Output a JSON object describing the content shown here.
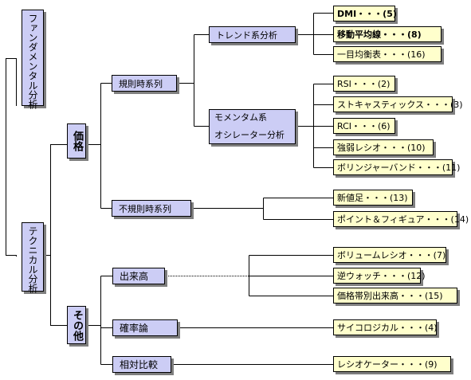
{
  "roots": {
    "fundamental": "ファンダメンタル分析",
    "technical": "テクニカル分析"
  },
  "level1": {
    "price": "価格",
    "other": "その他"
  },
  "level2": {
    "regular_time_series": "規則時系列",
    "irregular_time_series": "不規則時系列",
    "volume": "出来高",
    "probability": "確率論",
    "relative_comparison": "相対比較"
  },
  "level3": {
    "trend": "トレンド系分析",
    "momentum_line1": "モメンタム系",
    "momentum_line2": "オシレーター分析"
  },
  "leaves": {
    "dmi": "DMI・・・(5)",
    "moving_average": "移動平均線・・・(8)",
    "ichimoku": "一目均衡表・・・(16)",
    "rsi": "RSI・・・(2)",
    "stochastics": "ストキャスティックス・・・(3)",
    "rci": "RCI・・・(6)",
    "strength_ratio": "強弱レシオ・・・(10)",
    "bollinger": "ボリンジャーバンド・・・(11)",
    "new_price": "新値足・・・(13)",
    "point_figure": "ポイント＆フィギュア・・・(14)",
    "volume_ratio": "ボリュームレシオ・・・(7)",
    "reverse_watch": "逆ウォッチ・・・(12)",
    "price_band_volume": "価格帯別出来高・・・(15)",
    "psychological": "サイコロジカル・・・(4)",
    "ratio_ketter": "レシオケーター・・・(9)"
  }
}
